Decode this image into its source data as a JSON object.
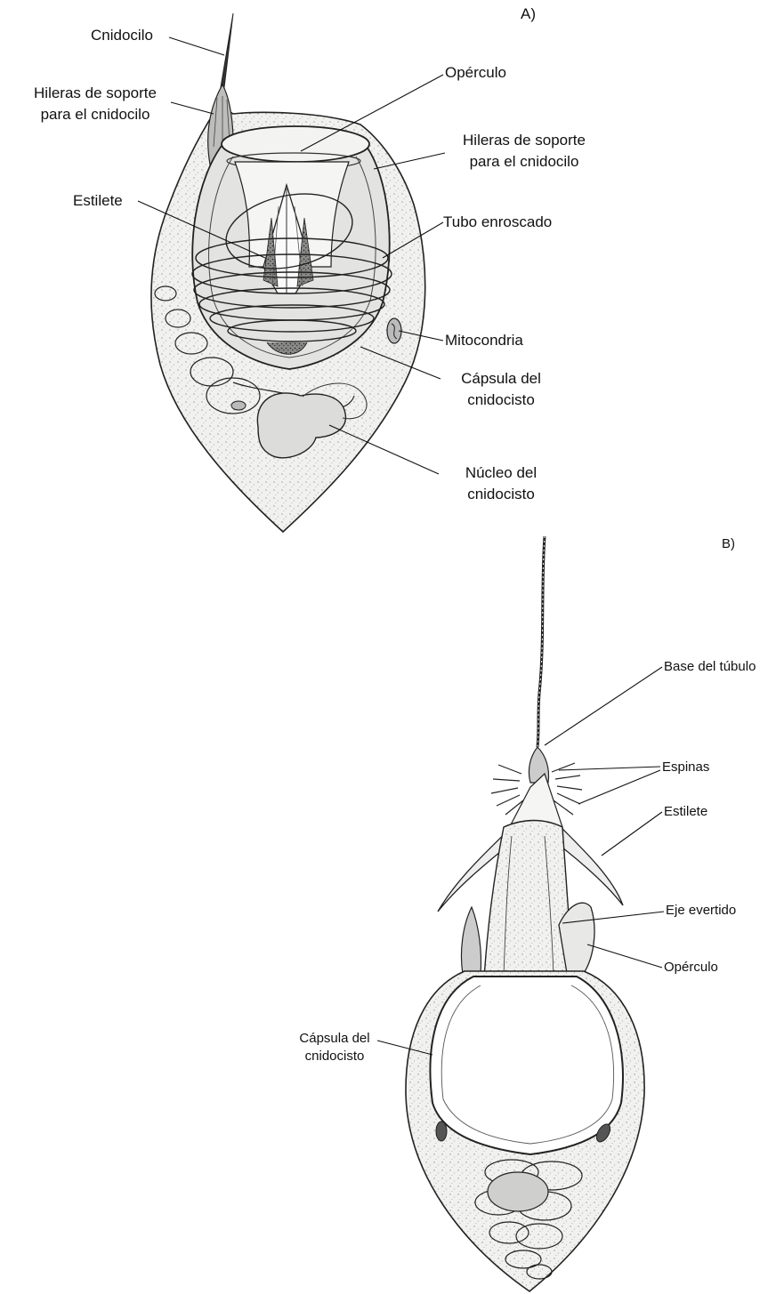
{
  "figure_a": {
    "panel_label": "A)",
    "labels": {
      "cnidocilo": "Cnidocilo",
      "hileras_left_1": "Hileras de soporte",
      "hileras_left_2": "para el cnidocilo",
      "operculo": "Opérculo",
      "hileras_right_1": "Hileras de soporte",
      "hileras_right_2": "para el cnidocilo",
      "estilete": "Estilete",
      "tubo": "Tubo enroscado",
      "mitocondria": "Mitocondria",
      "capsula_1": "Cápsula del",
      "capsula_2": "cnidocisto",
      "nucleo_1": "Núcleo del",
      "nucleo_2": "cnidocisto"
    }
  },
  "figure_b": {
    "panel_label": "B)",
    "labels": {
      "base": "Base del túbulo",
      "espinas": "Espinas",
      "estilete": "Estilete",
      "eje": "Eje evertido",
      "operculo": "Opérculo",
      "capsula_1": "Cápsula del",
      "capsula_2": "cnidocisto"
    }
  }
}
